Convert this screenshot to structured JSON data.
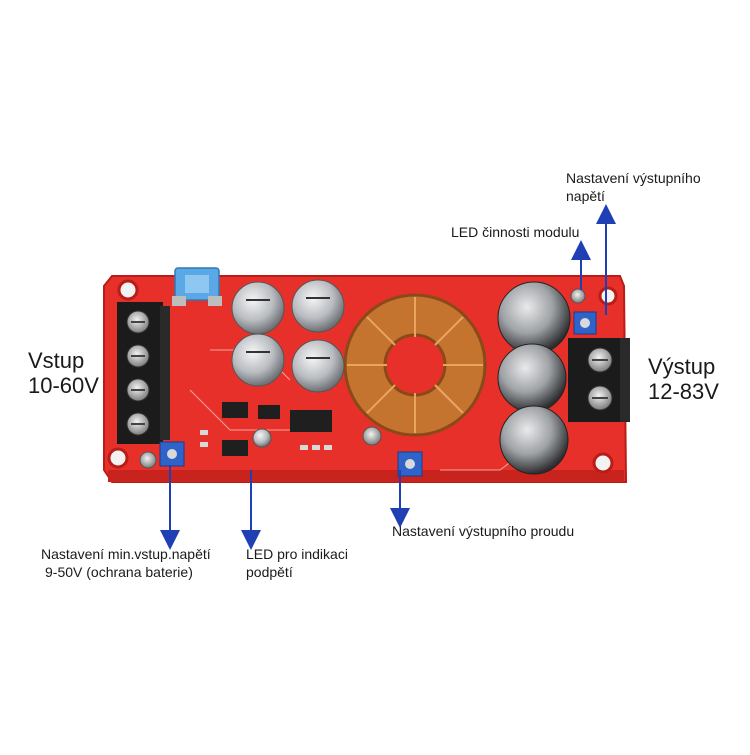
{
  "labels": {
    "input": {
      "line1": "Vstup",
      "line2": "10-60V"
    },
    "output": {
      "line1": "Výstup",
      "line2": "12-83V"
    },
    "output_voltage": {
      "line1": "Nastavení výstupního",
      "line2": "napětí"
    },
    "module_led": {
      "text": "LED činnosti modulu"
    },
    "min_input_voltage": {
      "line1": "Nastavení min.vstup.napětí",
      "line2": "9-50V (ochrana baterie)"
    },
    "undervoltage_led": {
      "line1": "LED pro indikaci",
      "line2": "podpětí"
    },
    "output_current": {
      "text": "Nastavení výstupního proudu"
    }
  },
  "colors": {
    "pcb": "#e8302a",
    "pcb_dark": "#b81d18",
    "arrow": "#1f3fb5",
    "terminal": "#1b1b1b",
    "capacitor": "#c9ccd0",
    "copper": "#c4742e",
    "fuse": "#5aa9e6",
    "trimmer": "#2f63c9"
  },
  "icons": [
    "arrow-icon"
  ]
}
